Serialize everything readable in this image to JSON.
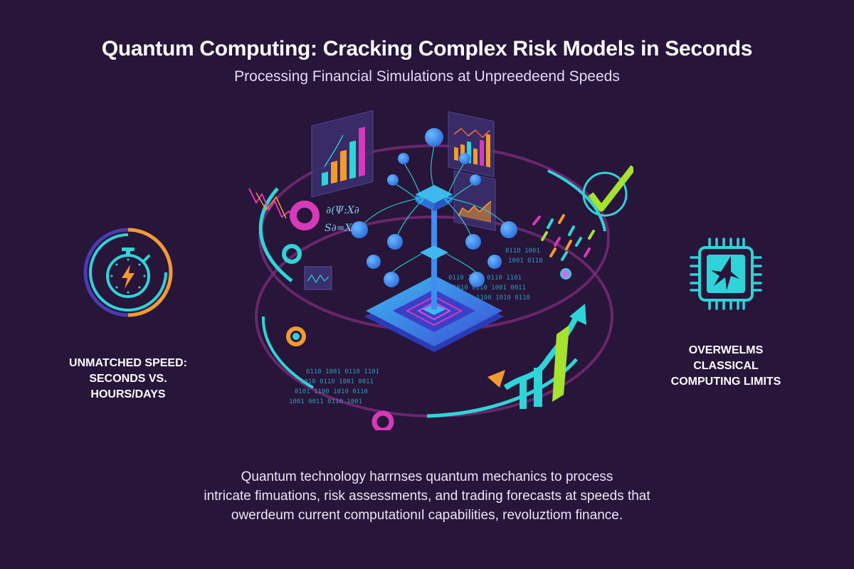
{
  "header": {
    "title": "Quantum Computing: Cracking Complex Risk Models in Seconds",
    "subtitle": "Processing Financial Simulations at Unpreedeend Speeds"
  },
  "features": [
    {
      "icon": "stopwatch-lightning-icon",
      "lines": [
        "UNMATCHED SPEED:",
        "SECONDS VS.",
        "HOURS/DAYS"
      ]
    },
    {
      "icon": "broken-chip-icon",
      "lines": [
        "OVERWELMS",
        "CLASSICAL",
        "COMPUTING LIMITS"
      ]
    }
  ],
  "hero": {
    "icon": "quantum-processor-illustration",
    "elements": [
      "bar-chart-panel",
      "line-chart-panel",
      "area-chart-panel",
      "equation-panel",
      "checkmark-icon",
      "rising-arrow-chart",
      "binary-data-stream",
      "qubit-network"
    ]
  },
  "description": {
    "lines": [
      "Quantum technology harrnses quantum mechanics to process",
      "intricate fimuations, risk assessments, and trading forecasts at speeds that",
      "owerdeum current computationıl capabilities, revoluztiom finance."
    ]
  },
  "colors": {
    "background": "#27153a",
    "cyan": "#2fd4d8",
    "blue": "#3f8df0",
    "magenta": "#d63ab8",
    "orange": "#f39a2e",
    "lime": "#a6e22e",
    "indigo": "#4b3bb0"
  }
}
